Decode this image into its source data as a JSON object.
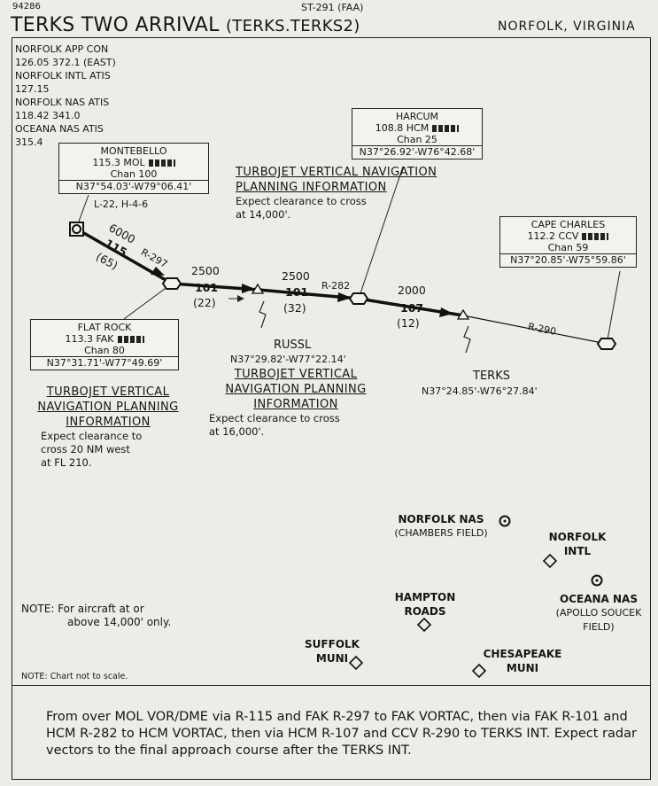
{
  "header": {
    "chart_id": "94286",
    "reference": "ST-291 (FAA)",
    "title": "TERKS TWO ARRIVAL",
    "computer_code": "(TERKS.TERKS2)",
    "location": "NORFOLK, VIRGINIA"
  },
  "frequencies": [
    "NORFOLK APP CON",
    "126.05 372.1 (EAST)",
    "NORFOLK INTL ATIS",
    "127.15",
    "NORFOLK NAS ATIS",
    "118.42 341.0",
    "OCEANA NAS ATIS",
    "315.4"
  ],
  "navaids": {
    "montebello": {
      "name": "MONTEBELLO",
      "freq": "115.3 MOL",
      "chan": "Chan 100",
      "coords": "N37°54.03'-W79°06.41'",
      "charts": "L-22, H-4-6"
    },
    "flat_rock": {
      "name": "FLAT ROCK",
      "freq": "113.3 FAK",
      "chan": "Chan 80",
      "coords": "N37°31.71'-W77°49.69'"
    },
    "harcum": {
      "name": "HARCUM",
      "freq": "108.8 HCM",
      "chan": "Chan 25",
      "coords": "N37°26.92'-W76°42.68'"
    },
    "cape_charles": {
      "name": "CAPE CHARLES",
      "freq": "112.2 CCV",
      "chan": "Chan 59",
      "coords": "N37°20.85'-W75°59.86'"
    }
  },
  "fixes": {
    "russl": {
      "name": "RUSSL",
      "coords": "N37°29.82'-W77°22.14'"
    },
    "terks": {
      "name": "TERKS",
      "coords": "N37°24.85'-W76°27.84'"
    }
  },
  "segments": {
    "mol_fak": {
      "alt": "6000",
      "course": "115",
      "dist": "(65)",
      "radial": "R-297"
    },
    "fak_russl": {
      "alt": "2500",
      "course": "101",
      "dist": "(22)"
    },
    "russl_hcm": {
      "alt": "2500",
      "course": "101",
      "dist": "(32)",
      "radial": "R-282"
    },
    "hcm_terks": {
      "alt": "2000",
      "course": "107",
      "dist": "(12)"
    },
    "terks_ccv": {
      "radial": "R-290"
    }
  },
  "tvn": {
    "head1": "TURBOJET VERTICAL",
    "head2": "NAVIGATION PLANNING",
    "head3": "INFORMATION",
    "top_head1": "TURBOJET VERTICAL NAVIGATION",
    "top_head2": "PLANNING INFORMATION",
    "top_text1": "Expect clearance to cross",
    "top_text2": "at 14,000'.",
    "left_text1": "Expect clearance to",
    "left_text2": "cross 20 NM west",
    "left_text3": "at FL 210.",
    "mid_text1": "Expect clearance to cross",
    "mid_text2": "at 16,000'."
  },
  "airports": {
    "norfolk_nas1": "NORFOLK NAS",
    "norfolk_nas2": "(CHAMBERS FIELD)",
    "norfolk_intl1": "NORFOLK",
    "norfolk_intl2": "INTL",
    "oceana1": "OCEANA NAS",
    "oceana2": "(APOLLO SOUCEK",
    "oceana3": "FIELD)",
    "hampton1": "HAMPTON",
    "hampton2": "ROADS",
    "suffolk1": "SUFFOLK",
    "suffolk2": "MUNI",
    "chesapeake1": "CHESAPEAKE",
    "chesapeake2": "MUNI"
  },
  "notes": {
    "n1_line1": "NOTE: For aircraft at or",
    "n1_line2": "above 14,000' only.",
    "n2": "NOTE: Chart not to scale."
  },
  "route_description": "From over MOL VOR/DME via R-115 and FAK R-297 to FAK VORTAC, then via FAK R-101 and HCM R-282 to HCM VORTAC, then via HCM R-107 and CCV R-290 to TERKS INT. Expect radar vectors to the final approach course after the TERKS INT."
}
